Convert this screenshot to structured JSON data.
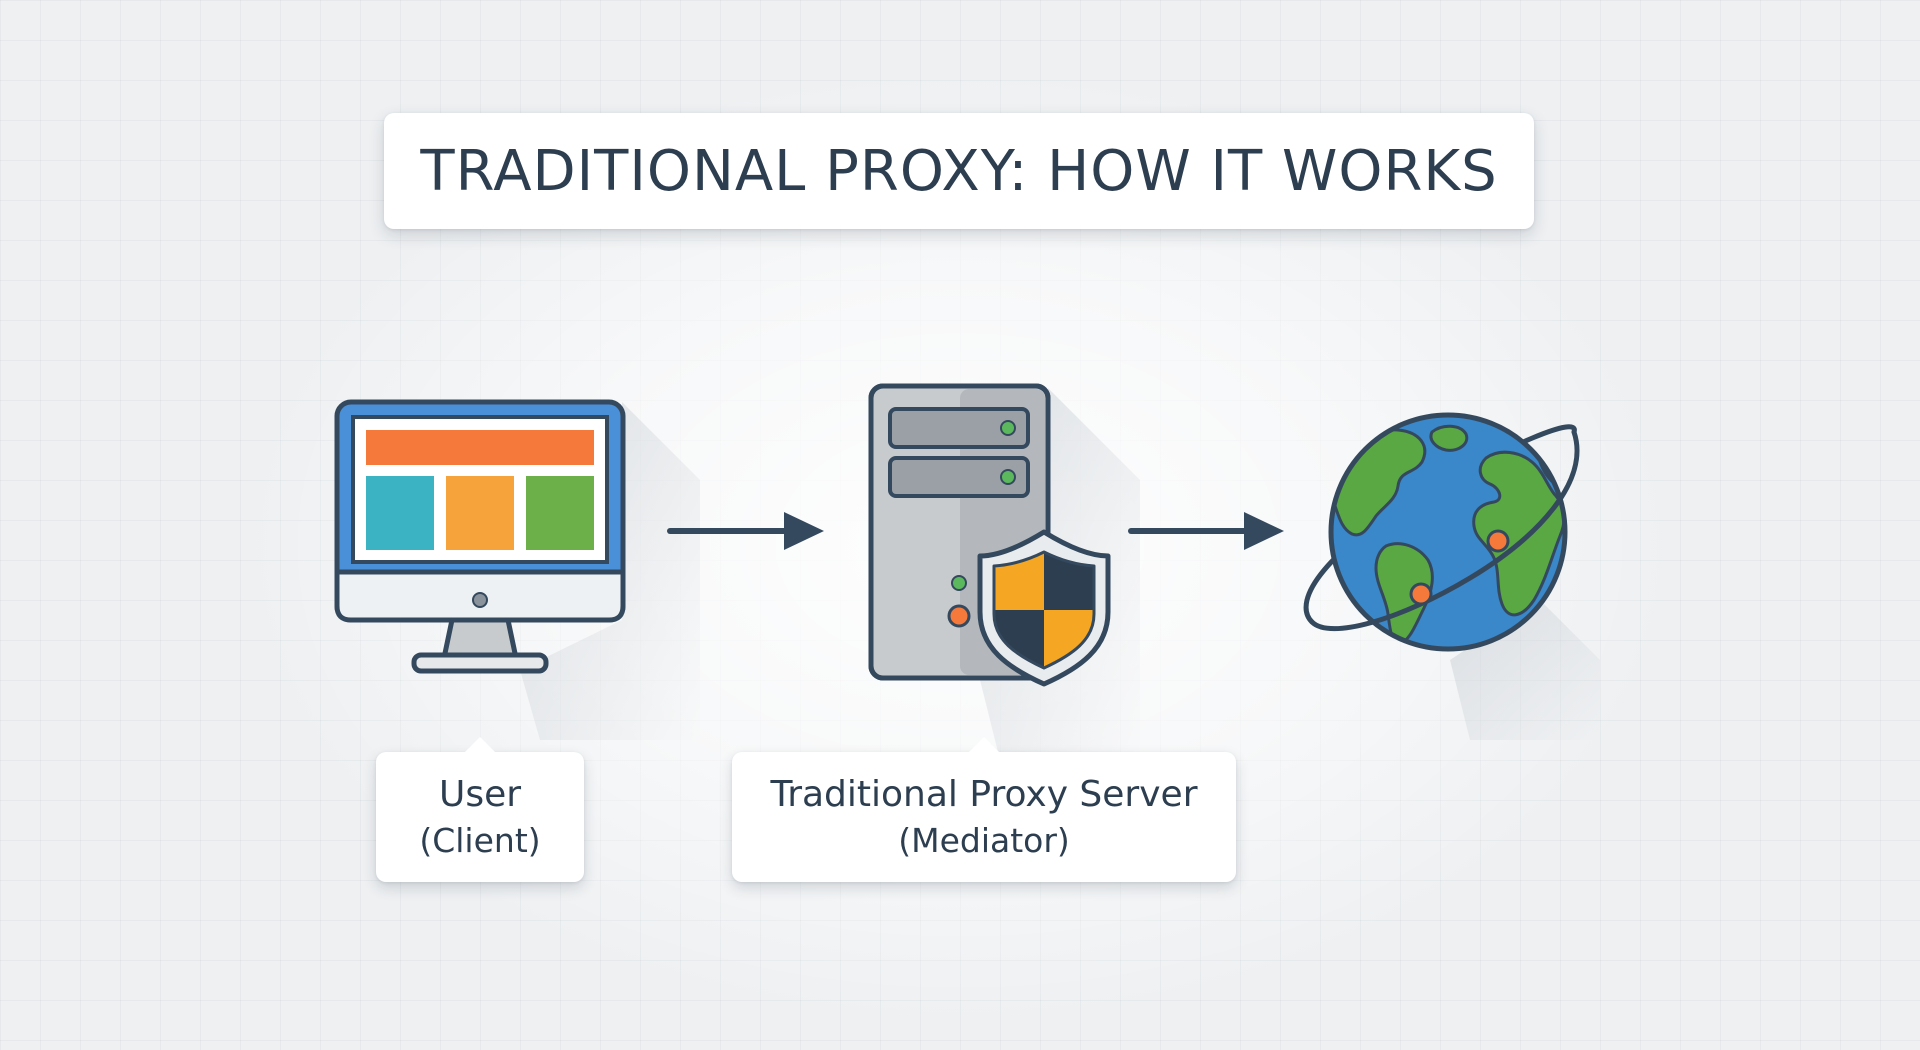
{
  "title": "TRADITIONAL PROXY: HOW IT WORKS",
  "nodes": [
    {
      "id": "client",
      "icon": "computer-monitor-icon",
      "label": "User",
      "sublabel": "(Client)"
    },
    {
      "id": "proxy",
      "icon": "server-with-shield-icon",
      "label": "Traditional Proxy Server",
      "sublabel": "(Mediator)"
    },
    {
      "id": "internet",
      "icon": "globe-icon"
    }
  ],
  "edges": [
    {
      "from": "client",
      "to": "proxy",
      "style": "arrow"
    },
    {
      "from": "proxy",
      "to": "internet",
      "style": "arrow"
    }
  ],
  "colors": {
    "title_text": "#2c3e50",
    "outline": "#34495e",
    "monitor_frame": "#4a90d9",
    "banner_orange": "#f5793a",
    "tile_teal": "#3bb3c3",
    "tile_amber": "#f6a33b",
    "tile_green": "#6cb04a",
    "server_grey": "#c8cbce",
    "shield_orange": "#f5a623",
    "shield_dark": "#2c3e50",
    "led_green": "#5cb85c",
    "led_orange": "#f5793a",
    "ocean_blue": "#3a87c9",
    "land_green": "#5aa843"
  }
}
